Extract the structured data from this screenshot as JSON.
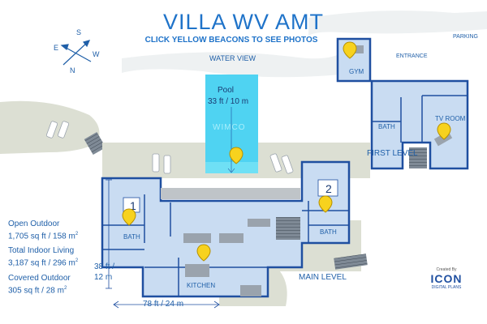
{
  "header": {
    "title": "VILLA WV AMT",
    "subtitle": "CLICK YELLOW BEACONS TO SEE PHOTOS"
  },
  "compass": {
    "n": "N",
    "s": "S",
    "e": "E",
    "w": "W"
  },
  "site_labels": {
    "water_view": "WATER VIEW",
    "parking": "PARKING",
    "entrance": "ENTRANCE",
    "pool_name": "Pool",
    "pool_size": "33 ft / 10 m",
    "watermark": "WIMCO"
  },
  "rooms": {
    "gym": "GYM",
    "bath_upper": "BATH",
    "tv_room": "TV ROOM",
    "first_level": "FIRST LEVEL",
    "bedroom_1": "1",
    "bedroom_2": "2",
    "bath_left": "BATH",
    "bath_right": "BATH",
    "kitchen": "KITCHEN",
    "main_level": "MAIN LEVEL"
  },
  "dimensions": {
    "depth_ft": "38 ft /",
    "depth_m": "12 m",
    "width": "78 ft / 24 m"
  },
  "stats": [
    {
      "label": "Open Outdoor",
      "value": "1,705 sq ft / 158 m",
      "sup": "2"
    },
    {
      "label": "Total Indoor Living",
      "value": "3,187 sq ft / 296 m",
      "sup": "2"
    },
    {
      "label": "Covered Outdoor",
      "value": "305 sq ft / 28 m",
      "sup": "2"
    }
  ],
  "credit": {
    "small": "Created By",
    "brand": "ICON",
    "tag": "DIGITAL PLANS"
  },
  "colors": {
    "accent": "#1f73c9",
    "wall": "#1f4fa0",
    "floor": "#c9dcf2",
    "pool": "#4fd3f2",
    "deck": "#d9ddd0",
    "beacon": "#f7d21e"
  }
}
